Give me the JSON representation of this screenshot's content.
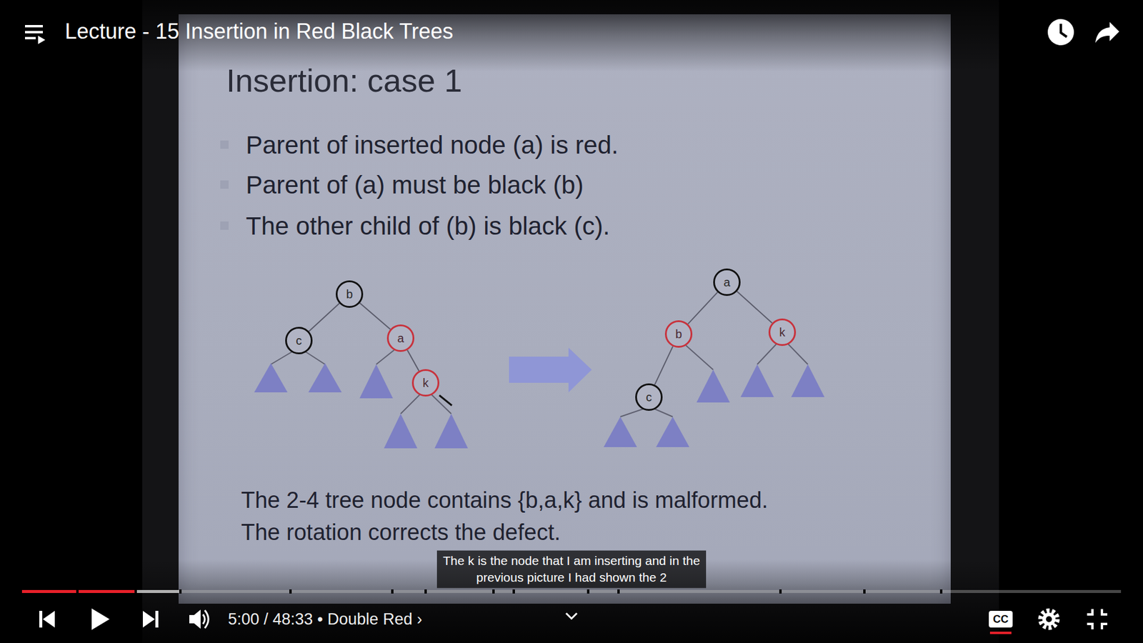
{
  "diagram": {
    "title": "Insertion: case 1",
    "nodes": [
      {
        "text": [
          "b"
        ]
      },
      {
        "text": [
          "c"
        ]
      },
      {
        "text": [
          "a"
        ]
      },
      {
        "text": [
          "k"
        ]
      },
      {
        "text": [
          "a"
        ]
      },
      {
        "text": [
          "b"
        ]
      },
      {
        "text": [
          "k"
        ]
      },
      {
        "text": [
          "c"
        ]
      }
    ],
    "edges": [
      {
        "from": 0,
        "to": 1,
        "arrow": "none"
      },
      {
        "from": 0,
        "to": 2,
        "arrow": "none"
      },
      {
        "from": 2,
        "to": 3,
        "arrow": "none"
      },
      {
        "from": 4,
        "to": 5,
        "arrow": "none"
      },
      {
        "from": 4,
        "to": 6,
        "arrow": "none"
      },
      {
        "from": 5,
        "to": 7,
        "arrow": "none"
      }
    ],
    "labels": [
      "Lecture - 15 Insertion in Red Black Trees",
      "Parent of inserted node (a) is red.",
      "Parent of (a) must be black (b)",
      "The other child of (b) is black (c).",
      "The 2-4 tree node contains {b,a,k} and is malformed.",
      "The rotation corrects the defect.",
      "The k is the node that I am inserting and in the previous picture I had shown the 2",
      "5:00 / 48:33 • Double Red ›",
      "CC"
    ]
  }
}
